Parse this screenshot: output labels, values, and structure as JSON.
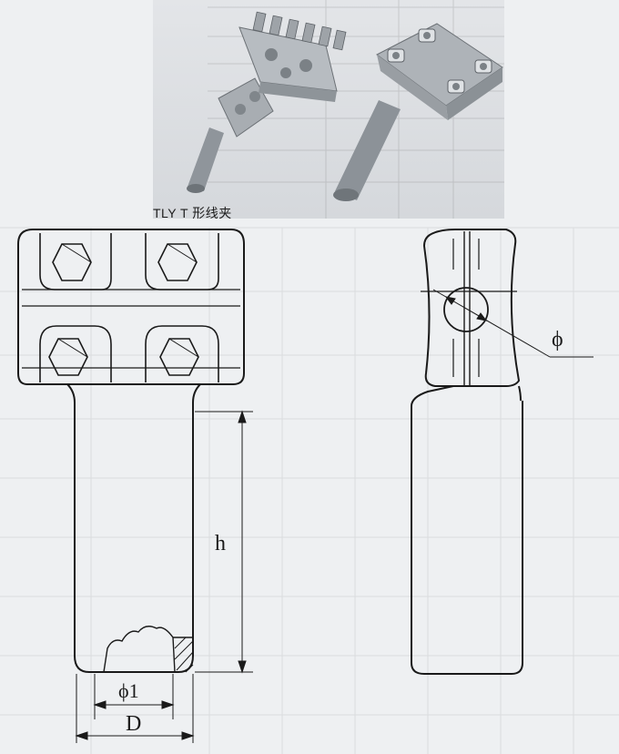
{
  "caption": "TLY T 形线夹",
  "dimensions": {
    "h": "h",
    "phi1": "ϕ1",
    "D": "D",
    "phi": "ϕ"
  },
  "colors": {
    "line": "#1a1a1a",
    "metal": "#9aa0a6",
    "paper": "#eef0f2"
  },
  "icons": {
    "left_view": "t-clamp-front-view",
    "right_view": "t-clamp-side-view",
    "photo_left": "bolted-clamp-photo",
    "photo_right": "four-bolt-clamp-photo"
  }
}
